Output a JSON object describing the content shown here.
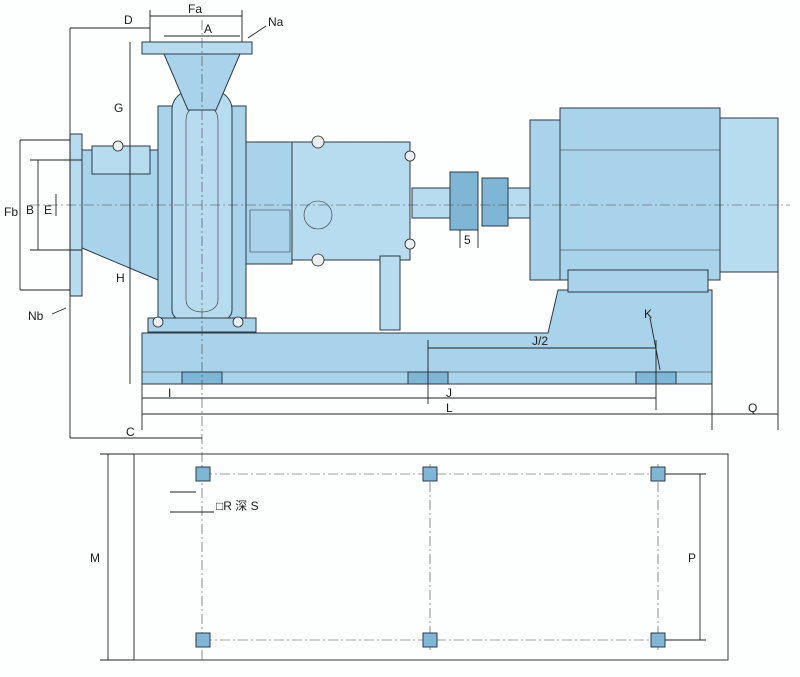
{
  "labels": {
    "D": "D",
    "Fa": "Fa",
    "A": "A",
    "Na": "Na",
    "G": "G",
    "Fb": "Fb",
    "B": "B",
    "E": "E",
    "H": "H",
    "Nb": "Nb",
    "five": "5",
    "K": "K",
    "J_half": "J/2",
    "I": "I",
    "J": "J",
    "L": "L",
    "Q": "Q",
    "C": "C",
    "R_depth": "□R 深 S",
    "M": "M",
    "P": "P"
  },
  "colors": {
    "pump_body": "#a9d3ea",
    "outline": "#2a3a44",
    "dimension_line": "#222222"
  }
}
